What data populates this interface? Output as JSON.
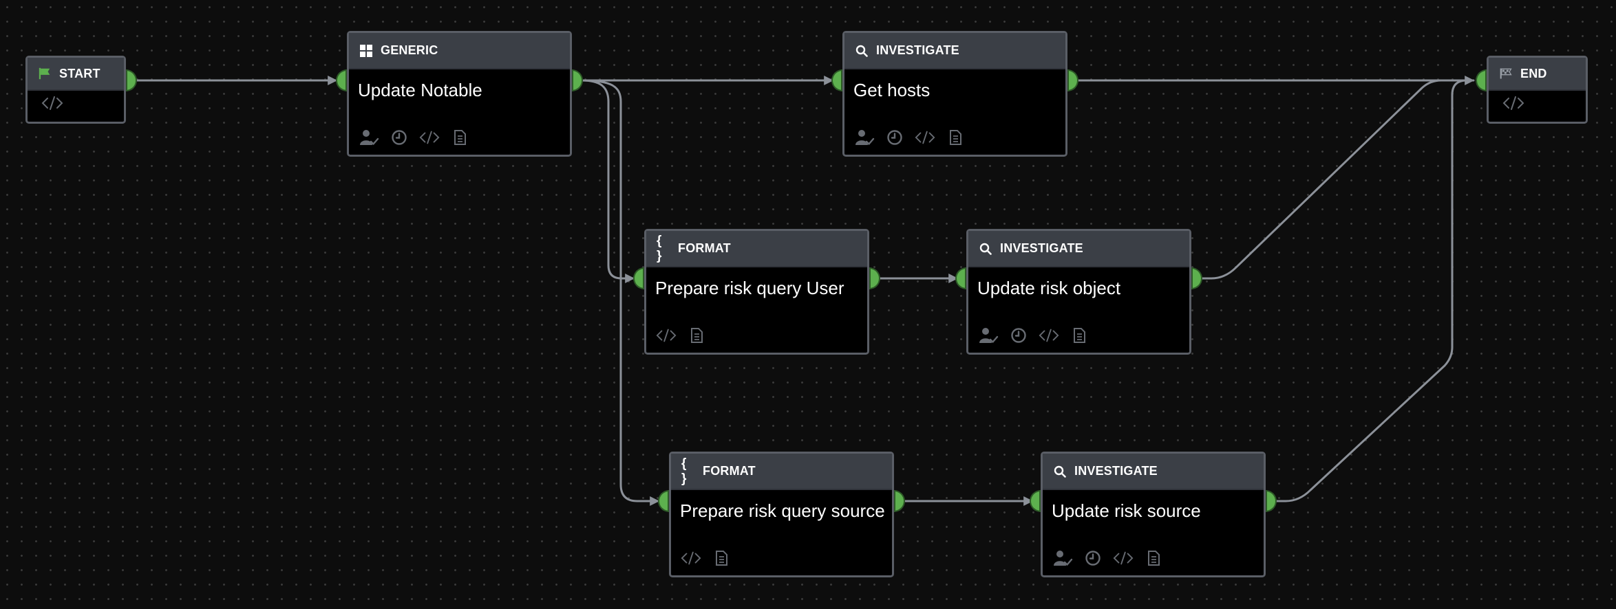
{
  "canvas": {
    "accent": "#5db04e",
    "wire_color": "#8c9199"
  },
  "start": {
    "label": "START"
  },
  "end": {
    "label": "END"
  },
  "nodes": [
    {
      "type": "GENERIC",
      "title": "Update Notable",
      "icons": [
        "user-approval-icon",
        "clock-icon",
        "code-icon",
        "document-icon"
      ]
    },
    {
      "type": "INVESTIGATE",
      "title": "Get hosts",
      "icons": [
        "user-approval-icon",
        "clock-icon",
        "code-icon",
        "document-icon"
      ]
    },
    {
      "type": "FORMAT",
      "title": "Prepare risk query User",
      "icons": [
        "code-icon",
        "document-icon"
      ]
    },
    {
      "type": "INVESTIGATE",
      "title": "Update risk object",
      "icons": [
        "user-approval-icon",
        "clock-icon",
        "code-icon",
        "document-icon"
      ]
    },
    {
      "type": "FORMAT",
      "title": "Prepare risk query source",
      "icons": [
        "code-icon",
        "document-icon"
      ]
    },
    {
      "type": "INVESTIGATE",
      "title": "Update risk source",
      "icons": [
        "user-approval-icon",
        "clock-icon",
        "code-icon",
        "document-icon"
      ]
    }
  ]
}
